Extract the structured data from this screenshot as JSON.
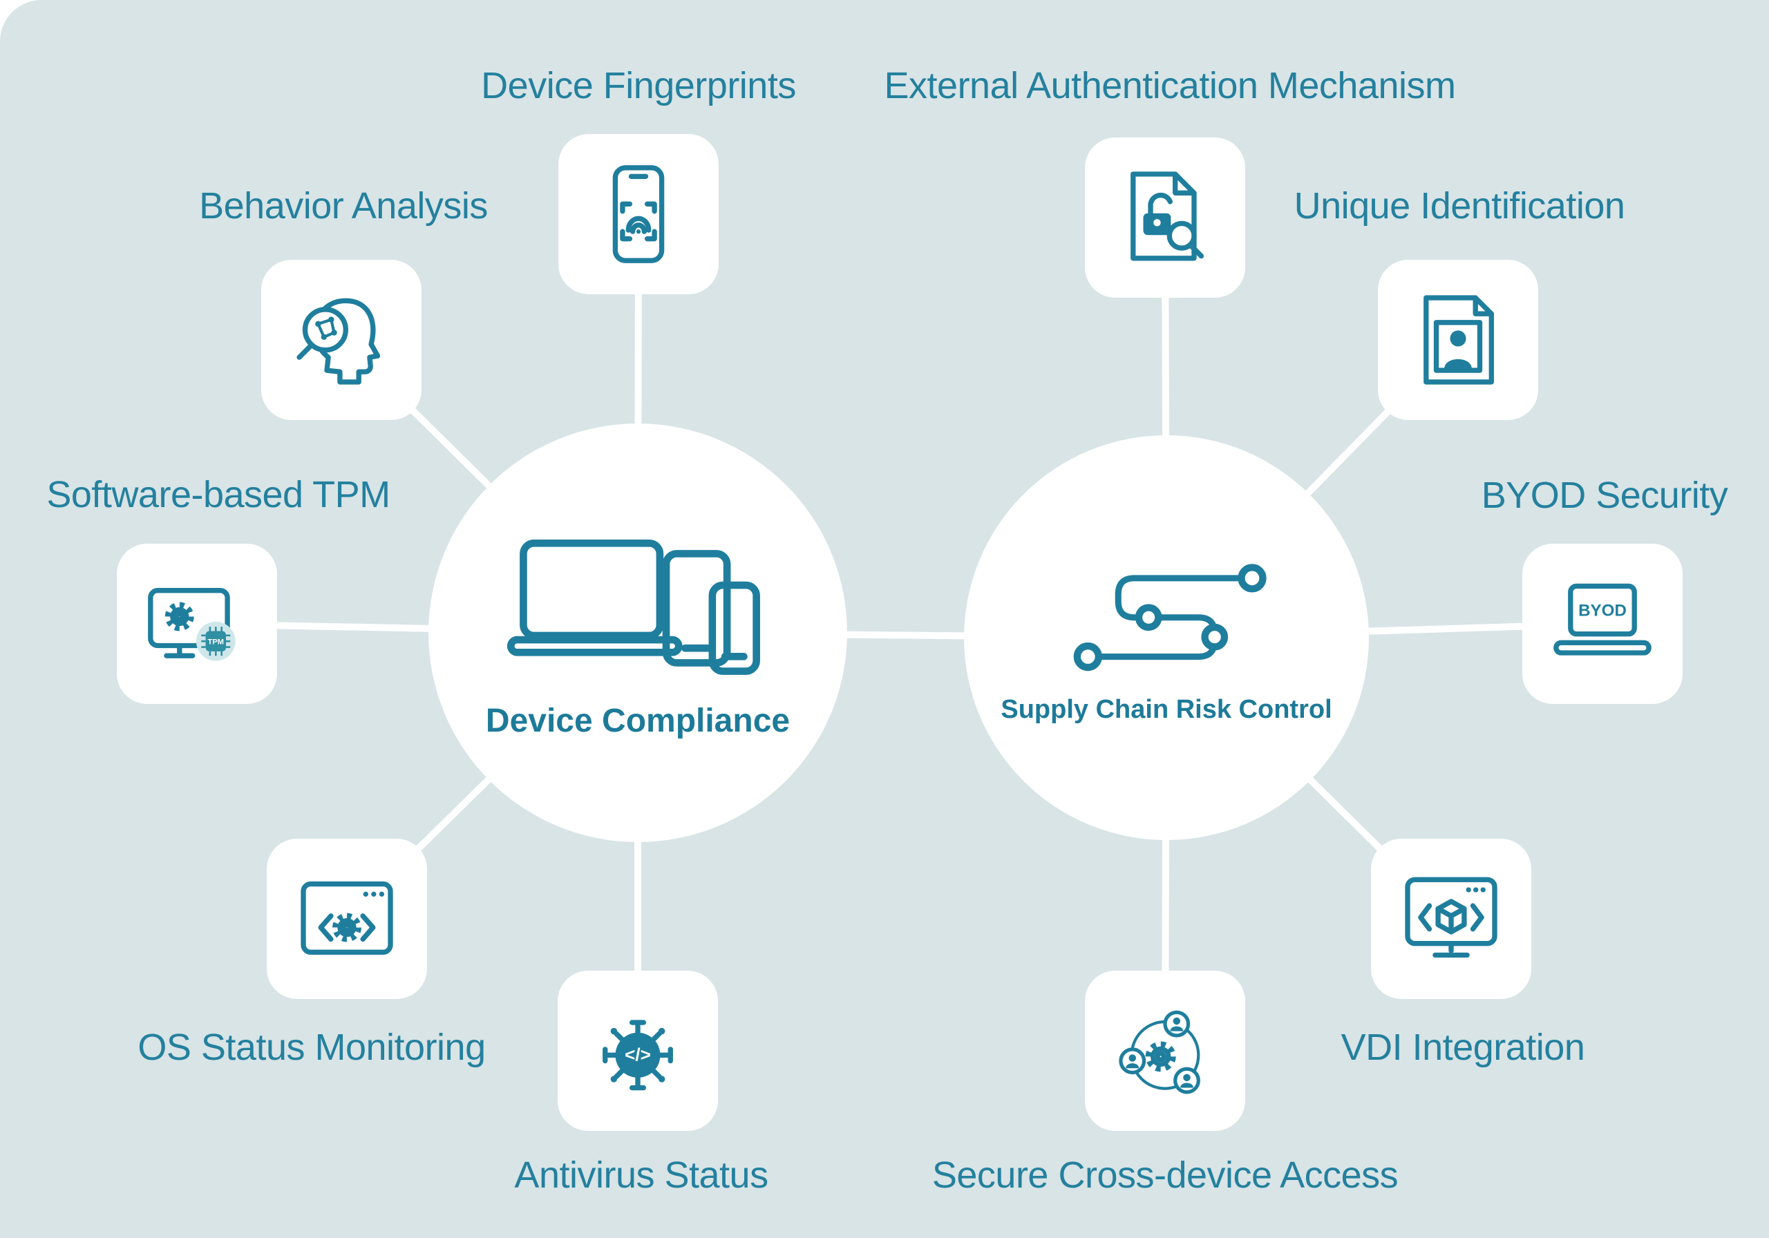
{
  "colors": {
    "background": "#d8e4e6",
    "card": "#ffffff",
    "connector": "#ffffff",
    "accent_text": "#24809e",
    "icon_stroke": "#1f7e9d"
  },
  "hubs": [
    {
      "label": "Device Compliance",
      "icon": "multi-device-icon"
    },
    {
      "label": "Supply Chain Risk Control",
      "icon": "supply-chain-route-icon"
    }
  ],
  "satellites": [
    {
      "label": "Device Fingerprints",
      "icon": "phone-fingerprint-icon"
    },
    {
      "label": "Behavior Analysis",
      "icon": "head-magnifier-icon"
    },
    {
      "label": "Software-based TPM",
      "icon": "monitor-gear-tpm-icon"
    },
    {
      "label": "OS Status Monitoring",
      "icon": "window-code-gear-icon"
    },
    {
      "label": "Antivirus Status",
      "icon": "virus-code-icon"
    },
    {
      "label": "External Authentication Mechanism",
      "icon": "document-lock-magnifier-icon"
    },
    {
      "label": "Unique Identification",
      "icon": "id-document-icon"
    },
    {
      "label": "BYOD Security",
      "icon": "byod-laptop-icon"
    },
    {
      "label": "VDI Integration",
      "icon": "monitor-package-code-icon"
    },
    {
      "label": "Secure Cross-device Access",
      "icon": "gear-people-network-icon"
    }
  ],
  "texts": {
    "tpm_chip": "TPM",
    "byod_screen": "BYOD",
    "code_glyph": "</>"
  }
}
